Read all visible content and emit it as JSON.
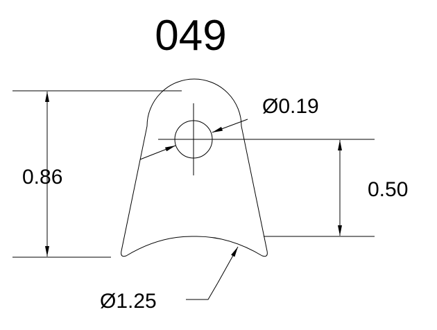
{
  "title": "049",
  "dimensions": {
    "overall_height": "0.86",
    "hole_height": "0.50",
    "hole_diameter": "Ø0.19",
    "saddle_diameter": "Ø1.25"
  }
}
